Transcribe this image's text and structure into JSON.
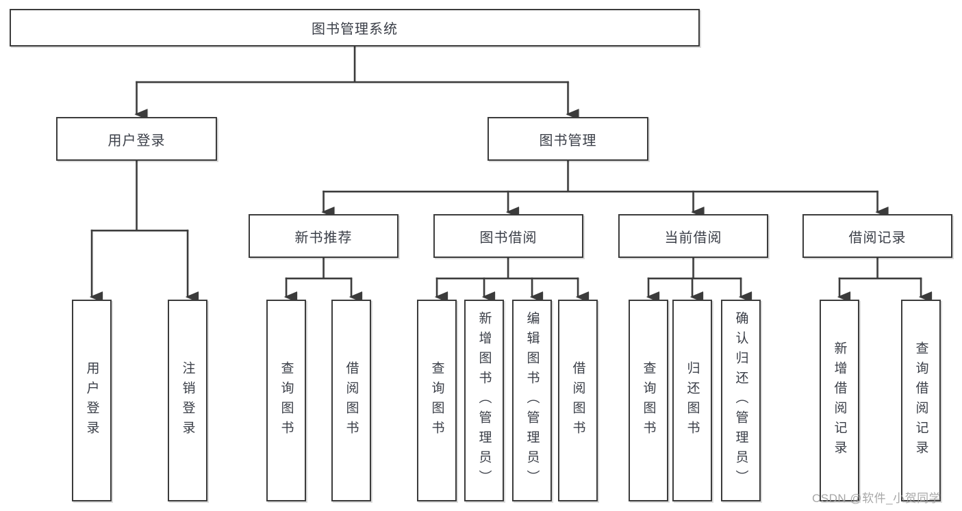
{
  "title": "图书管理系统",
  "tree": {
    "root": {
      "label": "图书管理系统"
    },
    "branches": [
      {
        "label": "用户登录",
        "children": [
          {
            "label": "用户登录"
          },
          {
            "label": "注销登录"
          }
        ]
      },
      {
        "label": "图书管理",
        "children": [
          {
            "label": "新书推荐",
            "children": [
              {
                "label": "查询图书"
              },
              {
                "label": "借阅图书"
              }
            ]
          },
          {
            "label": "图书借阅",
            "children": [
              {
                "label": "查询图书"
              },
              {
                "label": "新增图书（管理员）"
              },
              {
                "label": "编辑图书（管理员）"
              },
              {
                "label": "借阅图书"
              }
            ]
          },
          {
            "label": "当前借阅",
            "children": [
              {
                "label": "查询图书"
              },
              {
                "label": "归还图书"
              },
              {
                "label": "确认归还（管理员）"
              }
            ]
          },
          {
            "label": "借阅记录",
            "children": [
              {
                "label": "新增借阅记录"
              },
              {
                "label": "查询借阅记录"
              }
            ]
          }
        ]
      }
    ]
  },
  "watermark": "CSDN @软件_小贺同学",
  "colors": {
    "line": "#3b3b3b",
    "text": "#3a3e47",
    "box_background": "#ffffff",
    "watermark": "#9e9e9e",
    "background": "#ffffff"
  }
}
